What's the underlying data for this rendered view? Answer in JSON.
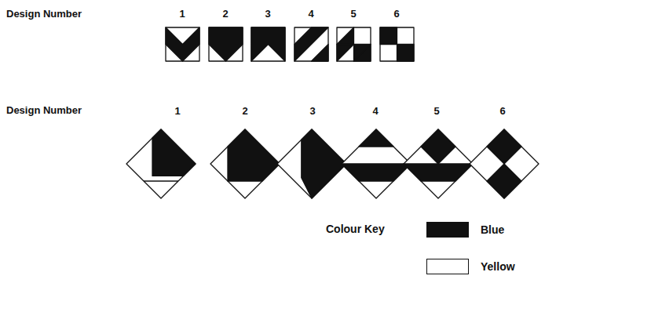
{
  "diagram": {
    "labels": [
      "Design Number",
      "1",
      "2",
      "3",
      "4",
      "5",
      "6",
      "Design Number",
      "1",
      "2",
      "3",
      "4",
      "5",
      "6",
      "Colour Key"
    ],
    "legend": [
      {
        "text": "Blue",
        "color": "#111111"
      },
      {
        "text": "Yellow",
        "color": "#ffffff"
      }
    ]
  }
}
